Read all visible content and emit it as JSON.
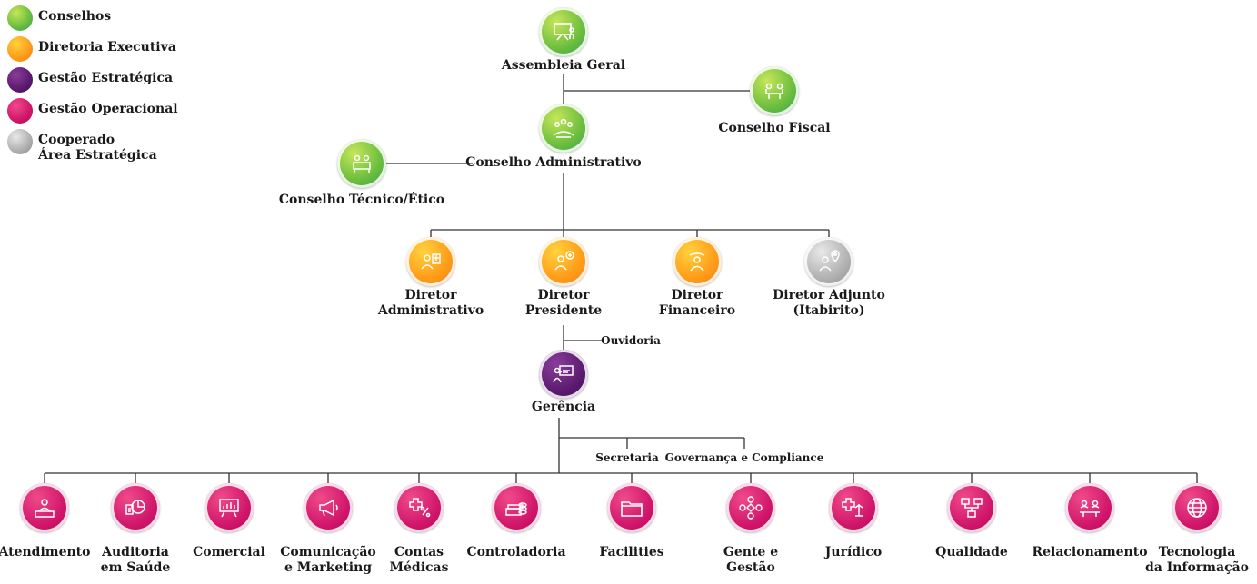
{
  "legend": {
    "conselhos": "Conselhos",
    "diretoria": "Diretoria Executiva",
    "gestao_estrategica": "Gestão Estratégica",
    "gestao_operacional": "Gestão Operacional",
    "cooperado_1": "Cooperado",
    "cooperado_2": "Área Estratégica"
  },
  "colors": {
    "green": "#4fb848",
    "orange": "#ff9e1b",
    "purple": "#5a1a6e",
    "pink": "#d0156a",
    "gray": "#a8a8a8",
    "line": "#333333"
  },
  "nodes": {
    "assembleia": "Assembleia Geral",
    "conselho_fiscal": "Conselho Fiscal",
    "conselho_adm": "Conselho Administrativo",
    "conselho_tecnico": "Conselho Técnico/Ético",
    "dir_adm_1": "Diretor",
    "dir_adm_2": "Administrativo",
    "dir_pres_1": "Diretor",
    "dir_pres_2": "Presidente",
    "dir_fin_1": "Diretor",
    "dir_fin_2": "Financeiro",
    "dir_adj_1": "Diretor Adjunto",
    "dir_adj_2": "(Itabirito)",
    "ouvidoria": "Ouvidoria",
    "gerencia": "Gerência",
    "secretaria": "Secretaria",
    "governanca": "Governança e Compliance"
  },
  "departments": [
    {
      "l1": "Atendimento",
      "l2": "",
      "icon": "reception-icon"
    },
    {
      "l1": "Auditoria",
      "l2": "em Saúde",
      "icon": "audit-chart-icon"
    },
    {
      "l1": "Comercial",
      "l2": "",
      "icon": "presentation-board-icon"
    },
    {
      "l1": "Comunicação",
      "l2": "e Marketing",
      "icon": "megaphone-icon"
    },
    {
      "l1": "Contas",
      "l2": "Médicas",
      "icon": "medical-bills-icon"
    },
    {
      "l1": "Controladoria",
      "l2": "",
      "icon": "money-stack-icon"
    },
    {
      "l1": "Facilities",
      "l2": "",
      "icon": "folder-icon"
    },
    {
      "l1": "Gente e",
      "l2": "Gestão",
      "icon": "people-network-icon"
    },
    {
      "l1": "Jurídico",
      "l2": "",
      "icon": "scales-cross-icon"
    },
    {
      "l1": "Qualidade",
      "l2": "",
      "icon": "flowchart-icon"
    },
    {
      "l1": "Relacionamento",
      "l2": "",
      "icon": "meeting-icon"
    },
    {
      "l1": "Tecnologia",
      "l2": "da Informação",
      "icon": "globe-icon"
    }
  ]
}
